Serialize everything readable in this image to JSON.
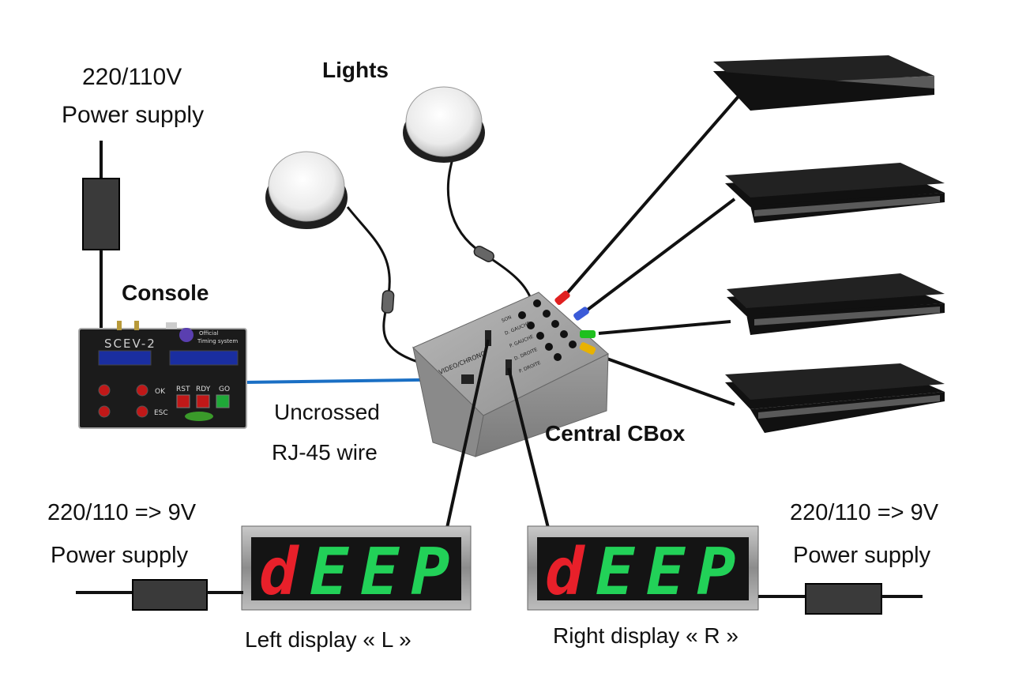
{
  "labels": {
    "top_voltage": "220/110V",
    "top_supply": "Power supply",
    "lights": "Lights",
    "console": "Console",
    "wire_line1": "Uncrossed",
    "wire_line2": "RJ-45 wire",
    "central": "Central CBox",
    "left_voltage": "220/110 => 9V",
    "left_supply": "Power supply",
    "right_voltage": "220/110 => 9V",
    "right_supply": "Power supply",
    "left_display": "Left display « L »",
    "right_display": "Right display « R »"
  },
  "console_device": {
    "model": "SCEV-2",
    "tag_line1": "Official",
    "tag_line2": "Timing system",
    "btn_ok": "OK",
    "btn_esc": "ESC",
    "btn_rst": "RST",
    "btn_rdy": "RDY",
    "btn_go": "GO"
  },
  "cbox": {
    "port_label": "VIDEO/CHRONO",
    "jack_labels": [
      "SON",
      "D. GAUCHE",
      "P. GAUCHE",
      "D. DROITE",
      "P. DROITE"
    ]
  },
  "displays": {
    "left_digits": [
      "d",
      "E",
      "E",
      "P"
    ],
    "right_digits": [
      "d",
      "E",
      "E",
      "P"
    ]
  },
  "colors": {
    "led_red": "#e8202a",
    "led_green": "#22d158",
    "rj45_wire": "#1a6fc4",
    "connector_red": "#e02020",
    "connector_blue": "#3b5bd8",
    "connector_green": "#1ec01e",
    "connector_yellow": "#e8b200"
  }
}
